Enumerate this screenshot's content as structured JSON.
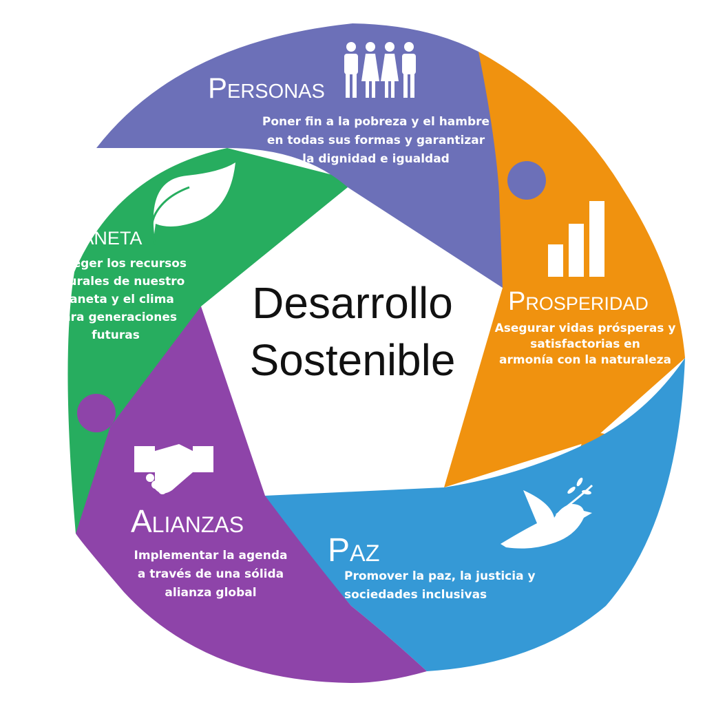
{
  "center": {
    "line1": "Desarrollo",
    "line2": "Sostenible"
  },
  "segments": {
    "personas": {
      "title": "Personas",
      "desc": [
        "Poner fin a la pobreza y el hambre",
        "en todas sus formas y garantizar",
        "la dignidad e igualdad"
      ],
      "color": "#6C70B8",
      "icon": "people-icon"
    },
    "prosperidad": {
      "title": "Prosperidad",
      "desc": [
        "Asegurar vidas prósperas y",
        "satisfactorias en",
        "armonía con la naturaleza"
      ],
      "color": "#F0920F",
      "icon": "bar-chart-icon"
    },
    "paz": {
      "title": "Paz",
      "desc": [
        "Promover la paz, la justicia y",
        "sociedades inclusivas"
      ],
      "color": "#3599D6",
      "icon": "dove-icon"
    },
    "alianzas": {
      "title": "Alianzas",
      "desc": [
        "Implementar la agenda",
        "a través de una sólida",
        "alianza global"
      ],
      "color": "#8E44A9",
      "icon": "handshake-icon"
    },
    "planeta": {
      "title": "Planeta",
      "desc": [
        "Proteger los recursos",
        "naturales de nuestro",
        "planeta y el clima",
        "para generaciones",
        "futuras"
      ],
      "color": "#27AD5F",
      "icon": "leaf-icon"
    }
  }
}
